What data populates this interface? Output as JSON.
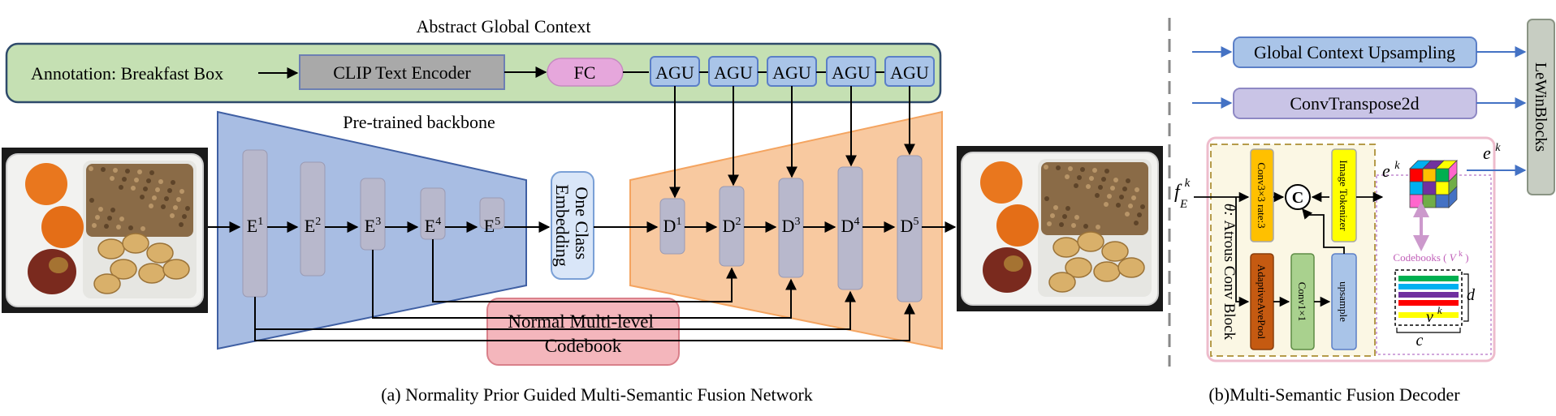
{
  "part_a": {
    "context_title": "Abstract Global Context",
    "annotation": "Annotation: Breakfast Box",
    "clip": "CLIP Text Encoder",
    "fc": "FC",
    "agu": [
      "AGU",
      "AGU",
      "AGU",
      "AGU",
      "AGU"
    ],
    "backbone": "Pre-trained backbone",
    "encoders": [
      "E",
      "E",
      "E",
      "E",
      "E"
    ],
    "decoders": [
      "D",
      "D",
      "D",
      "D",
      "D"
    ],
    "levels": [
      "1",
      "2",
      "3",
      "4",
      "5"
    ],
    "one_class": [
      "One Class",
      "Embedding"
    ],
    "codebook": [
      "Normal Multi-level",
      "Codebook"
    ],
    "caption": "(a) Normality Prior Guided Multi-Semantic Fusion Network"
  },
  "part_b": {
    "gcu": "Global Context Upsampling",
    "convt": "ConvTranspose2d",
    "lewin": "LeWinBlocks",
    "f_main": "f",
    "f_sup": "k",
    "f_sub": "E",
    "atrous_theta": "θ: ",
    "atrous_text": "Atrous Conv Block",
    "conv3": "Conv3×3  rate:3",
    "concat": "C",
    "tokenizer": "Image Tokenizer",
    "pool": "AdaptiveAvePool",
    "conv1": "Conv1×1",
    "upsample": "upsample",
    "e_main": "e",
    "e_sup": "k",
    "codebooks_label": "Codebooks ( ",
    "codebooks_v": "V",
    "codebooks_sup": "k",
    "codebooks_close": ")",
    "d_label": "d",
    "c_label": "c",
    "v_main": "v",
    "v_sup": "k",
    "caption": "(b)Multi-Semantic Fusion Decoder"
  },
  "colors": {
    "context_fill": "#c5e0b3",
    "encoder_fill": "#a8bde3",
    "decoder_fill": "#f8c9a0",
    "codebook_fill": "#f4b6bc",
    "box_blue": "#a9c4e8",
    "fc_fill": "#e6a7dc",
    "yellow": "#ffff00",
    "orange": "#c55a11",
    "green": "#a9d18e"
  }
}
